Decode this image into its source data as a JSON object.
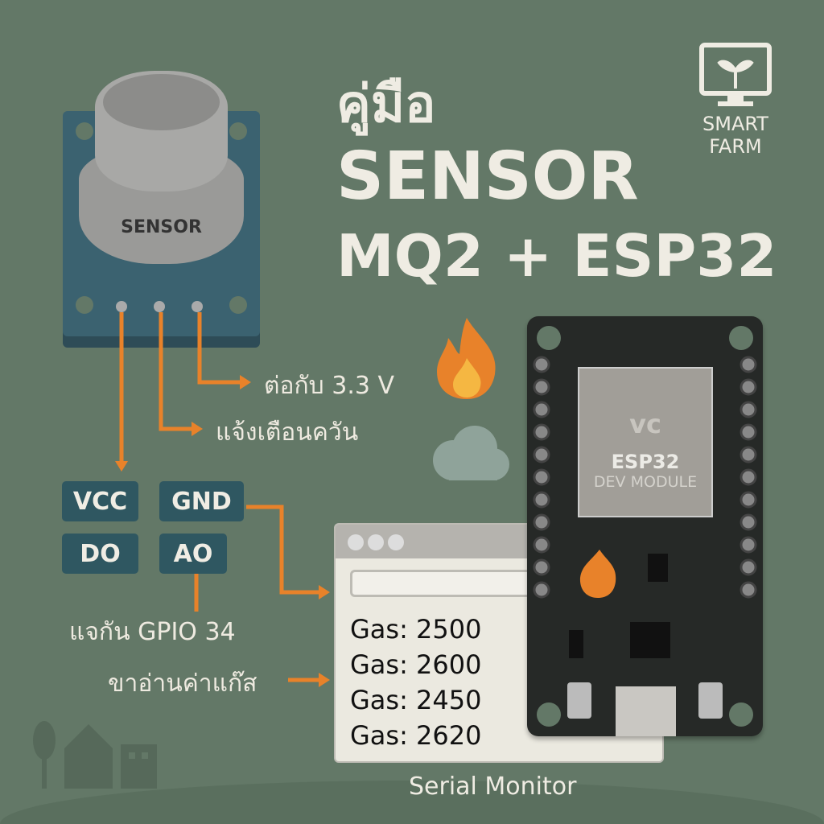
{
  "title": {
    "line1": "คู่มือ",
    "line2": "SENSOR",
    "line3": "MQ2 + ESP32"
  },
  "logo": {
    "line1": "SMART",
    "line2": "FARM",
    "icon": "monitor-sprout-icon"
  },
  "sensor": {
    "label": "SENSOR"
  },
  "callouts": {
    "power": "ต่อกับ 3.3 V",
    "smoke_alert": "แจ้งเตือนควัน",
    "gpio": "แจกัน GPIO 34",
    "read_gas": "ขาอ่านค่าแก๊ส"
  },
  "pins": [
    "VCC",
    "GND",
    "DO",
    "AO"
  ],
  "serial_monitor": {
    "caption": "Serial Monitor",
    "lines": [
      "Gas: 2500",
      "Gas: 2600",
      "Gas: 2450",
      "Gas: 2620"
    ]
  },
  "esp32": {
    "chip_line1": "ESP32",
    "chip_line2": "DEV MODULE",
    "brand": "vc"
  },
  "colors": {
    "background": "#637867",
    "accent": "#e8822a",
    "board": "#262927",
    "pin_box": "#2f5761"
  }
}
